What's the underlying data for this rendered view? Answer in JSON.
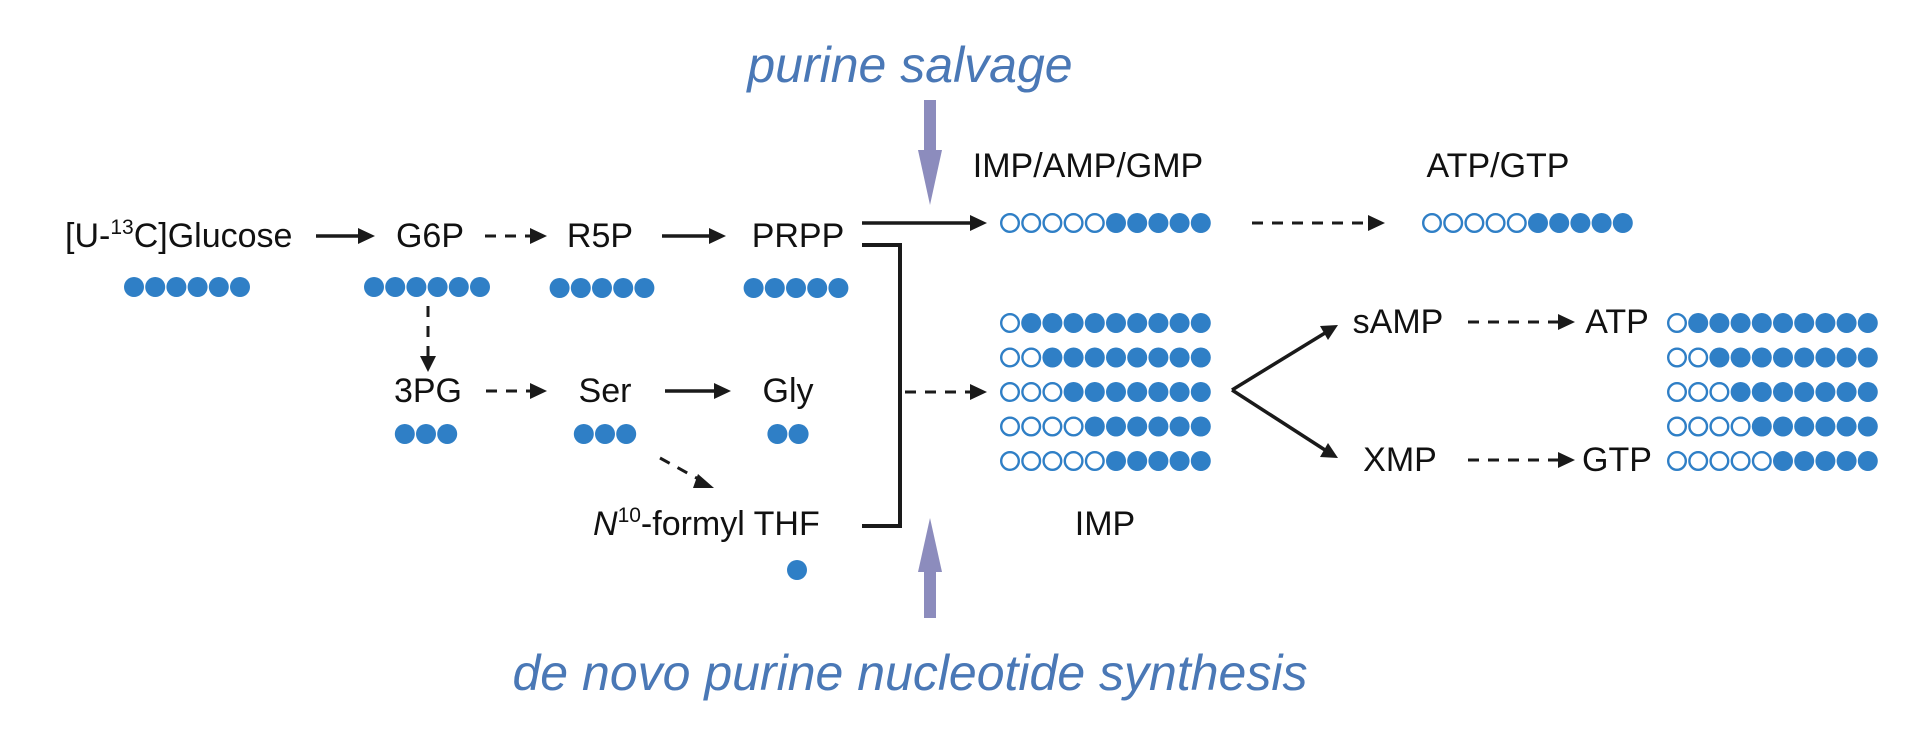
{
  "titles": {
    "salvage": "purine salvage",
    "denovo": "de novo purine nucleotide synthesis"
  },
  "labels": {
    "glucose_a": "[U-",
    "glucose_sup": "13",
    "glucose_b": "C]Glucose",
    "g6p": "G6P",
    "r5p": "R5P",
    "prpp": "PRPP",
    "pg3": "3PG",
    "ser": "Ser",
    "gly": "Gly",
    "thf_n": "N",
    "thf_sup": "10",
    "thf_rest": "-formyl THF",
    "imp_amp_gmp": "IMP/AMP/GMP",
    "atp_gtp": "ATP/GTP",
    "samp": "sAMP",
    "atp": "ATP",
    "xmp": "XMP",
    "gtp": "GTP",
    "imp": "IMP"
  },
  "colors": {
    "carbon_blue": "#2f7fc6",
    "title_blue": "#4a78b6",
    "arrow_purple": "#8c8cbd"
  },
  "isotopologues": {
    "glucose": [
      6
    ],
    "g6p": [
      6
    ],
    "r5p": [
      5
    ],
    "prpp": [
      5
    ],
    "pg3": [
      3
    ],
    "ser": [
      3
    ],
    "gly": [
      2
    ],
    "thf": [
      1
    ],
    "salvage_imp": [
      [
        5,
        5
      ]
    ],
    "salvage_atp": [
      [
        5,
        5
      ]
    ],
    "denovo_imp": [
      [
        1,
        9
      ],
      [
        2,
        8
      ],
      [
        3,
        7
      ],
      [
        4,
        6
      ],
      [
        5,
        5
      ]
    ],
    "denovo_atp_gtp": [
      [
        1,
        9
      ],
      [
        2,
        8
      ],
      [
        3,
        7
      ],
      [
        4,
        6
      ],
      [
        5,
        5
      ]
    ]
  }
}
